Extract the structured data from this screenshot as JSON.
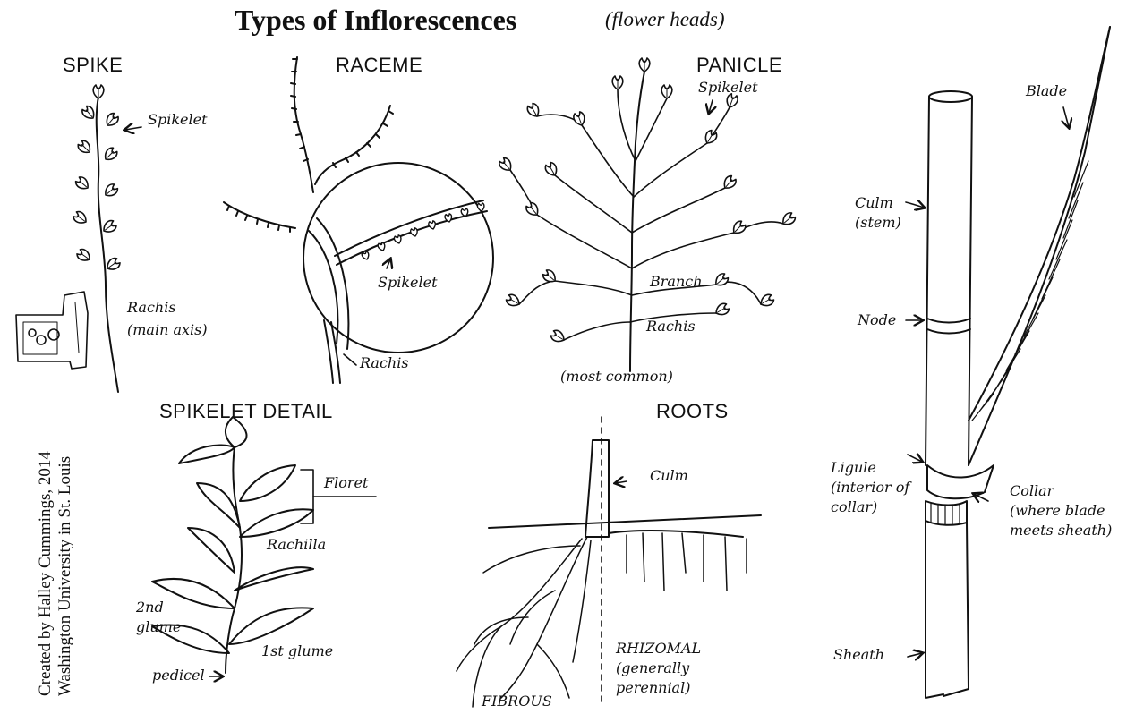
{
  "title": {
    "main": "Types of Inflorescences",
    "sub": "(flower heads)"
  },
  "sections": {
    "spike": "SPIKE",
    "raceme": "RACEME",
    "panicle": "PANICLE",
    "spikelet_detail": "SPIKELET DETAIL",
    "roots": "ROOTS"
  },
  "labels": {
    "spike_spikelet": "Spikelet",
    "spike_rachis_1": "Rachis",
    "spike_rachis_2": "(main axis)",
    "raceme_spikelet": "Spikelet",
    "raceme_rachis": "Rachis",
    "panicle_spikelet": "Spikelet",
    "panicle_branch": "Branch",
    "panicle_rachis": "Rachis",
    "panicle_note": "(most common)",
    "floret": "Floret",
    "rachilla": "Rachilla",
    "glume2_1": "2nd",
    "glume2_2": "glume",
    "glume1": "1st glume",
    "pedicel": "pedicel",
    "roots_culm": "Culm",
    "fibrous": "FIBROUS",
    "rhizomal_1": "RHIZOMAL",
    "rhizomal_2": "(generally",
    "rhizomal_3": "perennial)",
    "blade": "Blade",
    "culm_1": "Culm",
    "culm_2": "(stem)",
    "node": "Node",
    "ligule_1": "Ligule",
    "ligule_2": "(interior of",
    "ligule_3": "collar)",
    "collar_1": "Collar",
    "collar_2": "(where blade",
    "collar_3": "meets sheath)",
    "sheath": "Sheath"
  },
  "credit": {
    "line1": "Created by Halley Cummings, 2014",
    "line2": "Washington University in St. Louis"
  },
  "icons": [
    "missouri-state-logo-icon"
  ],
  "colors": {
    "ink": "#111111",
    "background": "#ffffff"
  }
}
